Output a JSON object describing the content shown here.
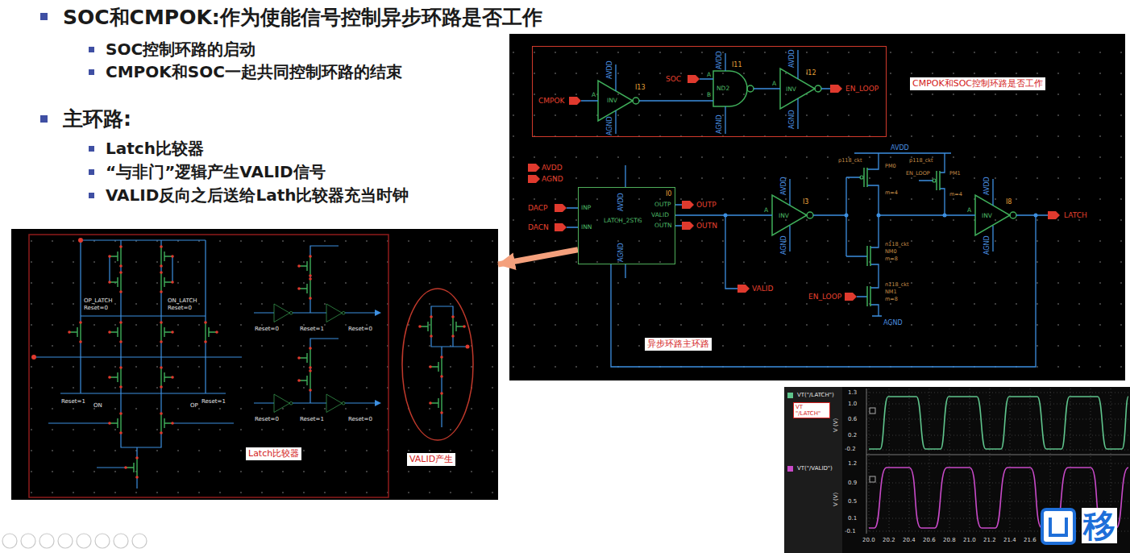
{
  "diagram": {
    "nodes": [
      {
        "text": [
          "异步环路主环路"
        ]
      },
      {
        "text": [
          "CMPOK和SOC控制环路是否工作"
        ],
        "in": 0
      },
      {
        "text": [
          "LATCH_2STG"
        ],
        "in": 0
      },
      {
        "text": [
          "Latch比较器"
        ]
      },
      {
        "text": [
          "VALID产生"
        ],
        "in": 3
      },
      {
        "text": [
          "VT \"/LATCH\""
        ]
      }
    ],
    "edges": [
      {
        "from": 2,
        "to": 3,
        "arrow": "to"
      }
    ],
    "labels": [
      "SOC和CMPOK:作为使能信号控制异步环路是否工作",
      "SOC控制环路的启动",
      "CMPOK和SOC一起共同控制环路的结束",
      "主环路:",
      "Latch比较器",
      "“与非门”逻辑产生VALID信号",
      "VALID反向之后送给Lath比较器充当时钟",
      "CMPOK",
      "AVDD",
      "INV",
      "A",
      "I13",
      "AGND",
      "SOC",
      "AVDD",
      "I11",
      "A",
      "B",
      "ND2",
      "AGND",
      "AVDD",
      "I12",
      "A",
      "INV",
      "AGND",
      "EN_LOOP",
      "AVDD",
      "AGND",
      "DACP",
      "DACN",
      "INP",
      "INN",
      "AVDD",
      "I0",
      "OUTP",
      "VALID",
      "OUTN",
      "AGND",
      "OUTP",
      "OUTN",
      "VALID",
      "AVDD",
      "I3",
      "A",
      "INV",
      "AGND",
      "AVDD",
      "p118_ckt",
      "PM0",
      "m=4",
      "p118_ckt",
      "EN_LOOP",
      "PM1",
      "m=4",
      "n118_ckt",
      "NM0",
      "m=8",
      "n118_ckt",
      "NM1",
      "m=8",
      "EN_LOOP",
      "AGND",
      "AVDD",
      "I8",
      "A",
      "INV",
      "AGND",
      "LATCH",
      "OP_LATCH",
      "Reset=0",
      "ON_LATCH",
      "Reset=0",
      "Reset=1",
      "ON",
      "OP",
      "Reset=1",
      "Reset=0",
      "Reset=1",
      "Reset=0",
      "Reset=0",
      "Reset=1",
      "Reset=0",
      "1.3",
      "1.0",
      "0.6",
      "0.2",
      "-0.2",
      "V (V)",
      "1.2",
      "0.9",
      "0.5",
      "0.1",
      "-0.1",
      "V (V)",
      "20.0",
      "20.2",
      "20.4",
      "20.6",
      "20.8",
      "21.0",
      "21.2",
      "21.4",
      "21.6",
      "移"
    ],
    "legend": [
      {
        "text": "VT(\"/LATCH\")",
        "color": "#5fc48c"
      },
      {
        "text": "VT(\"/VALID\")",
        "color": "#c84ac8"
      }
    ]
  }
}
